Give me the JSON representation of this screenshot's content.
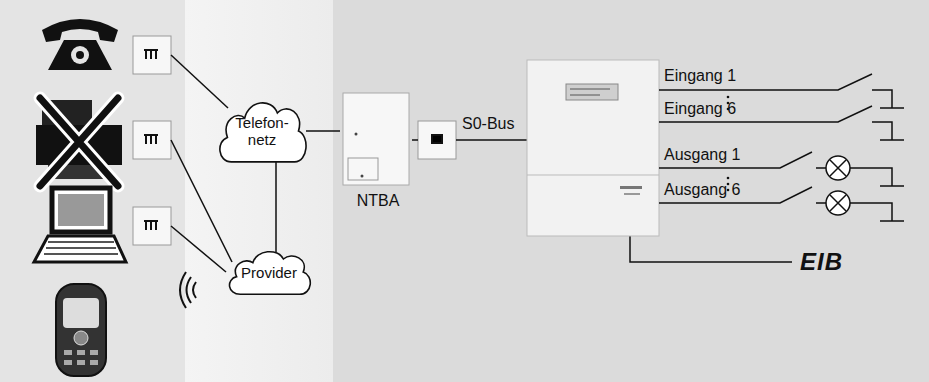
{
  "diagram": {
    "nodes": [
      {
        "text": [
          "Telefon- netz"
        ]
      },
      {
        "text": [
          "Provider"
        ]
      },
      {
        "text": [
          "NTBA"
        ]
      }
    ],
    "edges": [
      {
        "from": 0,
        "to": 2,
        "arrow": "none"
      },
      {
        "from": 0,
        "to": 1,
        "arrow": "none"
      }
    ],
    "labels": [
      "S0-Bus",
      "Eingang 1",
      "Eingang 6",
      "Ausgang 1",
      "Ausgang 6",
      "EIB"
    ]
  }
}
